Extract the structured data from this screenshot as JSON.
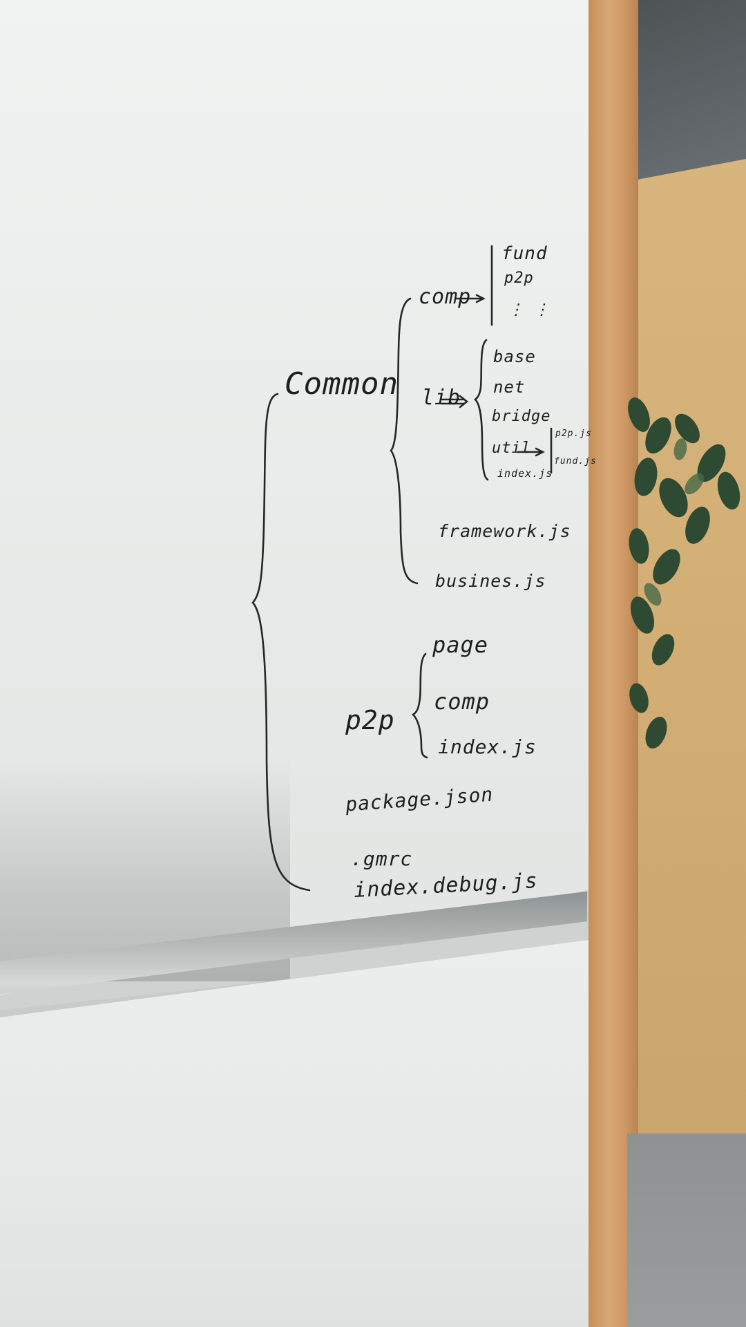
{
  "whiteboard": {
    "common": "Common",
    "common_children": {
      "comp": "comp",
      "comp_items": [
        "fund",
        "p2p",
        "⋮ ⋮"
      ],
      "lib": "lib",
      "lib_items": [
        "base",
        "net",
        "bridge",
        "util",
        "index.js"
      ],
      "util_items": [
        "p2p.js",
        "fund.js"
      ],
      "framework": "framework.js",
      "business": "busines.js"
    },
    "p2p": "p2p",
    "p2p_children": [
      "page",
      "comp",
      "index.js"
    ],
    "root_files": [
      "package.json",
      ".gmrc",
      "index.debug.js"
    ]
  },
  "colors": {
    "ink": "#1e1e1e",
    "board": "#eef0ef",
    "wood": "#d4a06c",
    "wall": "#d3af76"
  }
}
